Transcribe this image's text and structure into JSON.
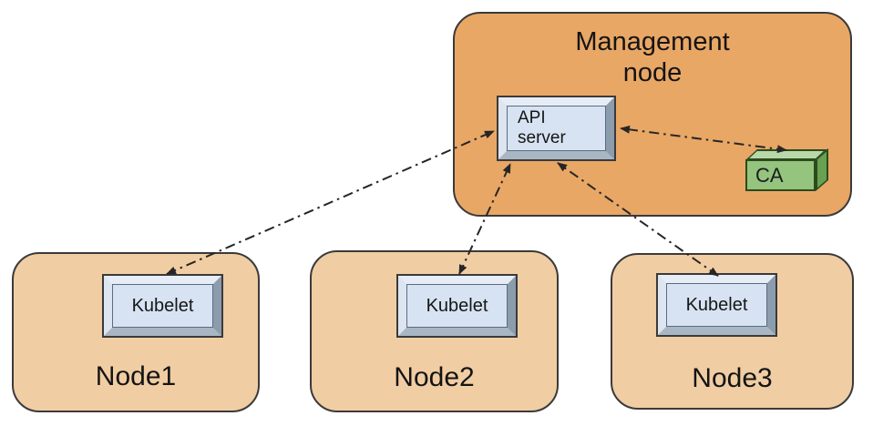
{
  "diagram": {
    "type": "architecture-diagram",
    "management_node": {
      "title": "Management node",
      "components": {
        "api_server": "API server",
        "ca": "CA"
      }
    },
    "nodes": [
      {
        "name": "Node1",
        "component": "Kubelet"
      },
      {
        "name": "Node2",
        "component": "Kubelet"
      },
      {
        "name": "Node3",
        "component": "Kubelet"
      }
    ],
    "connections": [
      {
        "from": "API server",
        "to": "Kubelet (Node1)",
        "style": "dash-dot",
        "arrows": "both"
      },
      {
        "from": "API server",
        "to": "Kubelet (Node2)",
        "style": "dash-dot",
        "arrows": "both"
      },
      {
        "from": "API server",
        "to": "Kubelet (Node3)",
        "style": "dash-dot",
        "arrows": "both"
      },
      {
        "from": "API server",
        "to": "CA",
        "style": "dash-dot",
        "arrows": "both"
      }
    ],
    "colors": {
      "management_fill": "#e9a765",
      "node_fill": "#f1cda3",
      "outline": "#3a3a3a",
      "component_fill": "#d7e3f2",
      "ca_front": "#94c47e",
      "ca_top": "#b8d8a9",
      "ca_side": "#68a151",
      "arrow": "#262626"
    }
  }
}
